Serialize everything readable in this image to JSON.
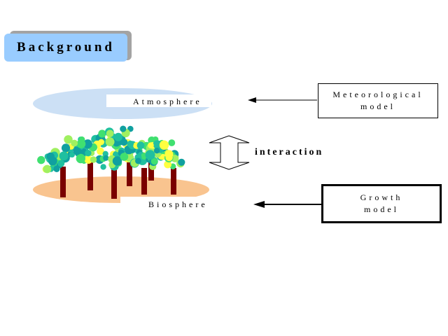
{
  "title": {
    "text": "Background"
  },
  "labels": {
    "atmosphere": "Atmosphere",
    "biosphere": "Biosphere",
    "interaction": "interaction"
  },
  "boxes": {
    "meteorological": {
      "line1": "Meteorological",
      "line2": "model"
    },
    "growth": {
      "line1": "Growth",
      "line2": "model"
    }
  },
  "colors": {
    "title_fill": "#99ccff",
    "atmosphere_fill": "#cce0f5",
    "ground_fill": "#f9c48f",
    "trunk": "#7a0000",
    "foliage": [
      "#20c0a0",
      "#40e070",
      "#ffff40",
      "#10a0a0",
      "#a0f060"
    ]
  }
}
